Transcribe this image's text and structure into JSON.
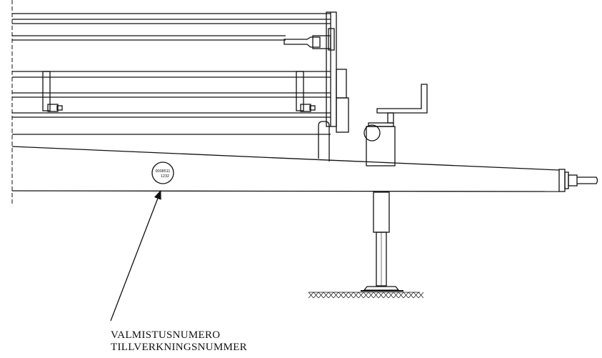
{
  "serial_plate": {
    "line1": "0008511",
    "line2": "1232"
  },
  "callout": {
    "label_fi": "VALMISTUSNUMERO",
    "label_sv": "TILLVERKNINGSNUMMER"
  }
}
